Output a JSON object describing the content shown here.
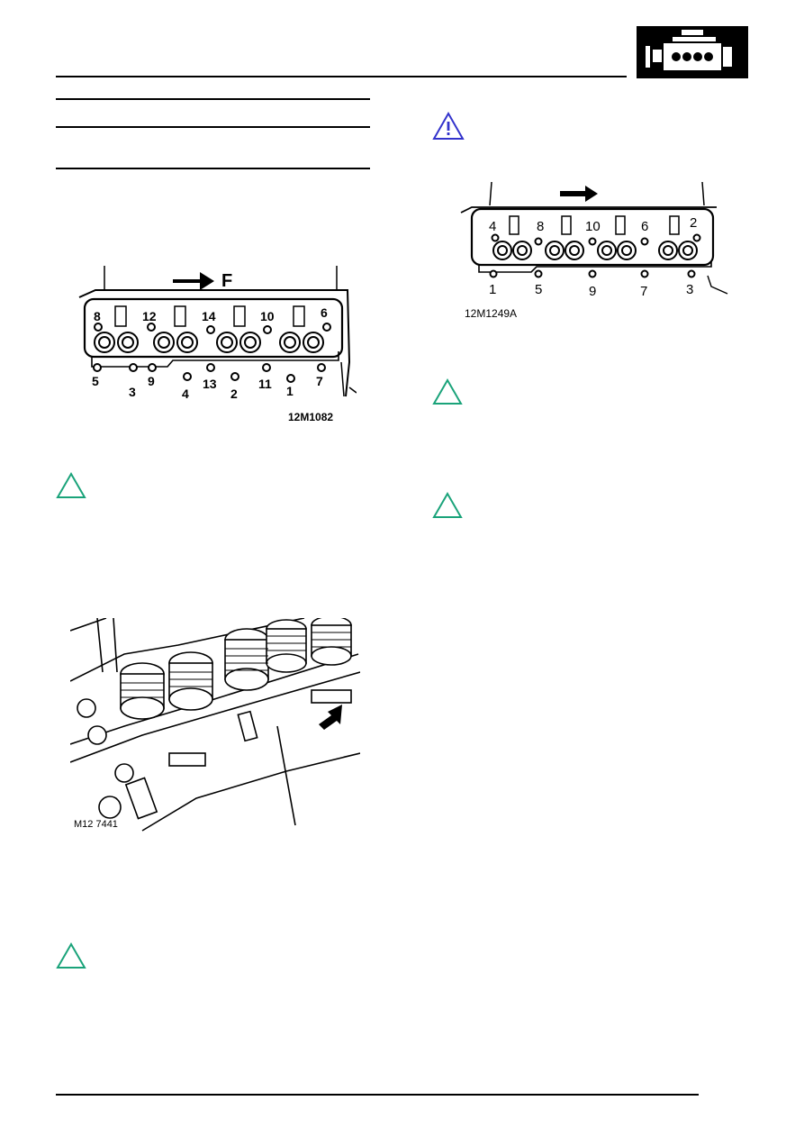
{
  "header": {
    "section_icon": "engine-icon"
  },
  "figures": {
    "fig1": {
      "id": "12M1082",
      "arrow_label": "F",
      "top_numbers": [
        "8",
        "12",
        "14",
        "10",
        "6"
      ],
      "bottom_numbers": [
        "5",
        "3",
        "9",
        "4",
        "13",
        "2",
        "11",
        "1",
        "7"
      ]
    },
    "fig2": {
      "id": "M12 7441"
    },
    "fig3": {
      "id": "12M1249A",
      "top_numbers": [
        "4",
        "8",
        "10",
        "6",
        "2"
      ],
      "bottom_numbers": [
        "1",
        "5",
        "9",
        "7",
        "3"
      ]
    }
  },
  "callouts": {
    "caution_icon": "warning-triangle-icon",
    "note_icon": "note-triangle-icon",
    "caution_color": "#3333cc",
    "note_color": "#1aa37a"
  }
}
